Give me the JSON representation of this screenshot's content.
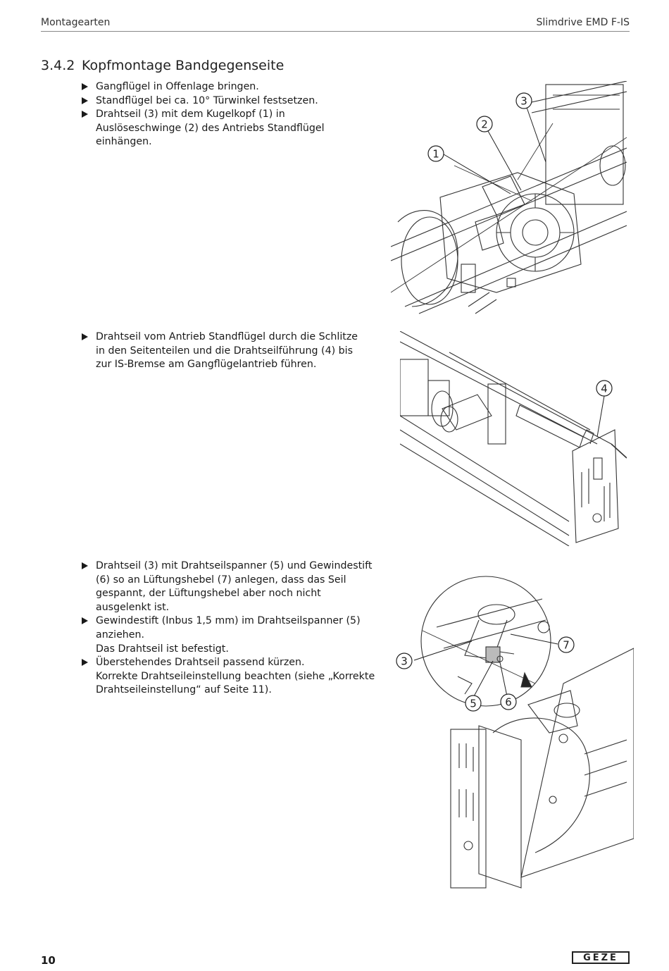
{
  "header": {
    "left": "Montagearten",
    "right": "Slimdrive EMD F-IS"
  },
  "section": {
    "number": "3.4.2",
    "title": "Kopfmontage Bandgegenseite"
  },
  "block1": {
    "steps": [
      "Gangflügel in Offenlage bringen.",
      "Standflügel bei ca. 10° Türwinkel festsetzen.",
      "Drahtseil (3) mit dem Kugelkopf (1) in Auslöseschwinge (2) des Antriebs Standflügel einhängen."
    ],
    "callouts": [
      "1",
      "2",
      "3"
    ]
  },
  "block2": {
    "steps": [
      "Drahtseil vom Antrieb Standflügel durch die Schlitze in den Seitenteilen und die Drahtseilführung (4) bis zur IS-Bremse am Gangflügelantrieb führen."
    ],
    "callouts": [
      "4"
    ]
  },
  "block3": {
    "steps": [
      "Drahtseil (3) mit Drahtseilspanner (5) und Gewindestift (6) so an Lüftungshebel (7) anlegen, dass das Seil gespannt, der Lüftungshebel aber noch nicht ausgelenkt ist.",
      "Gewindestift (Inbus 1,5 mm) im Drahtseilspanner (5) anziehen."
    ],
    "note1": "Das Drahtseil ist befestigt.",
    "step3": "Überstehendes Drahtseil passend kürzen.",
    "note2": "Korrekte Drahtseileinstellung beachten (siehe „Korrekte Drahtseileinstellung“ auf Seite 11).",
    "callouts": [
      "3",
      "5",
      "6",
      "7"
    ]
  },
  "footer": {
    "page_number": "10",
    "logo_text": "GEZE"
  }
}
